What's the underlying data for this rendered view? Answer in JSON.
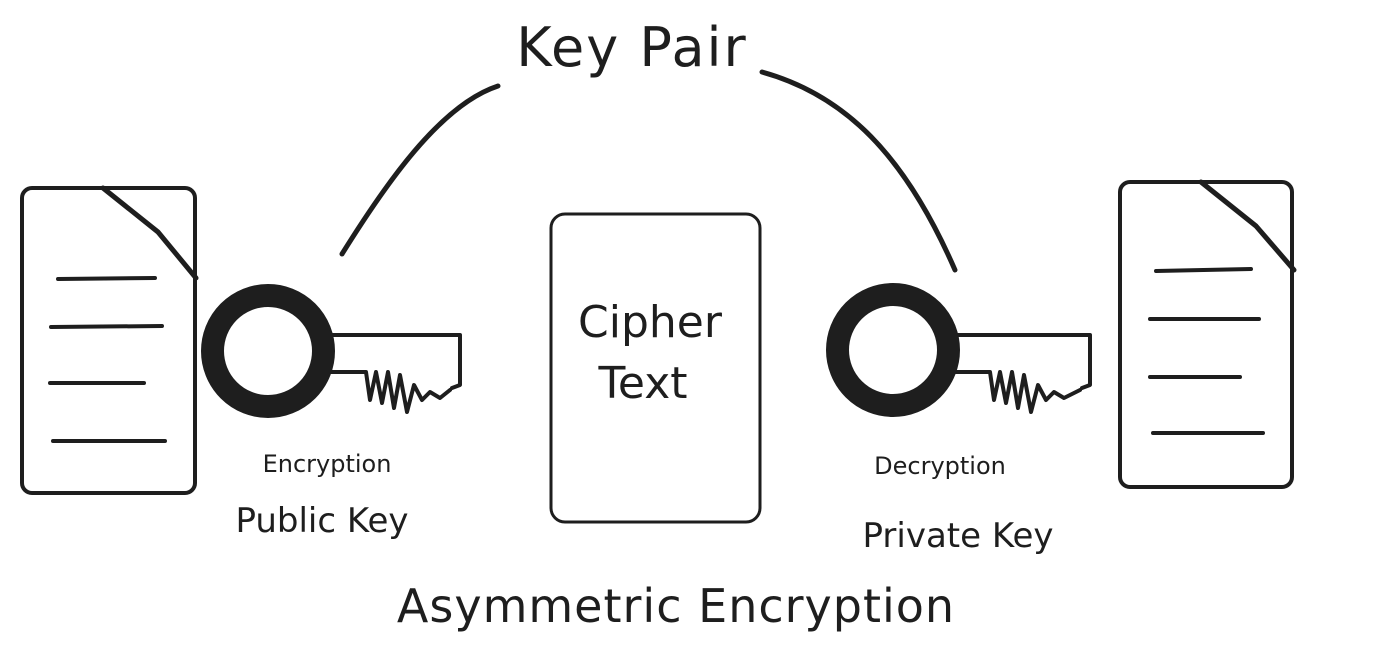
{
  "title": "Key Pair",
  "center_box": {
    "line1": "Cipher",
    "line2": "Text"
  },
  "public_key": {
    "caption": "Encryption",
    "label": "Public Key",
    "icon": "key-icon"
  },
  "private_key": {
    "caption": "Decryption",
    "label": "Private Key",
    "icon": "key-icon"
  },
  "documents": {
    "left_icon": "document-icon",
    "right_icon": "document-icon"
  },
  "footer": "Asymmetric Encryption",
  "colors": {
    "ink": "#1e1e1e",
    "background": "#ffffff"
  }
}
